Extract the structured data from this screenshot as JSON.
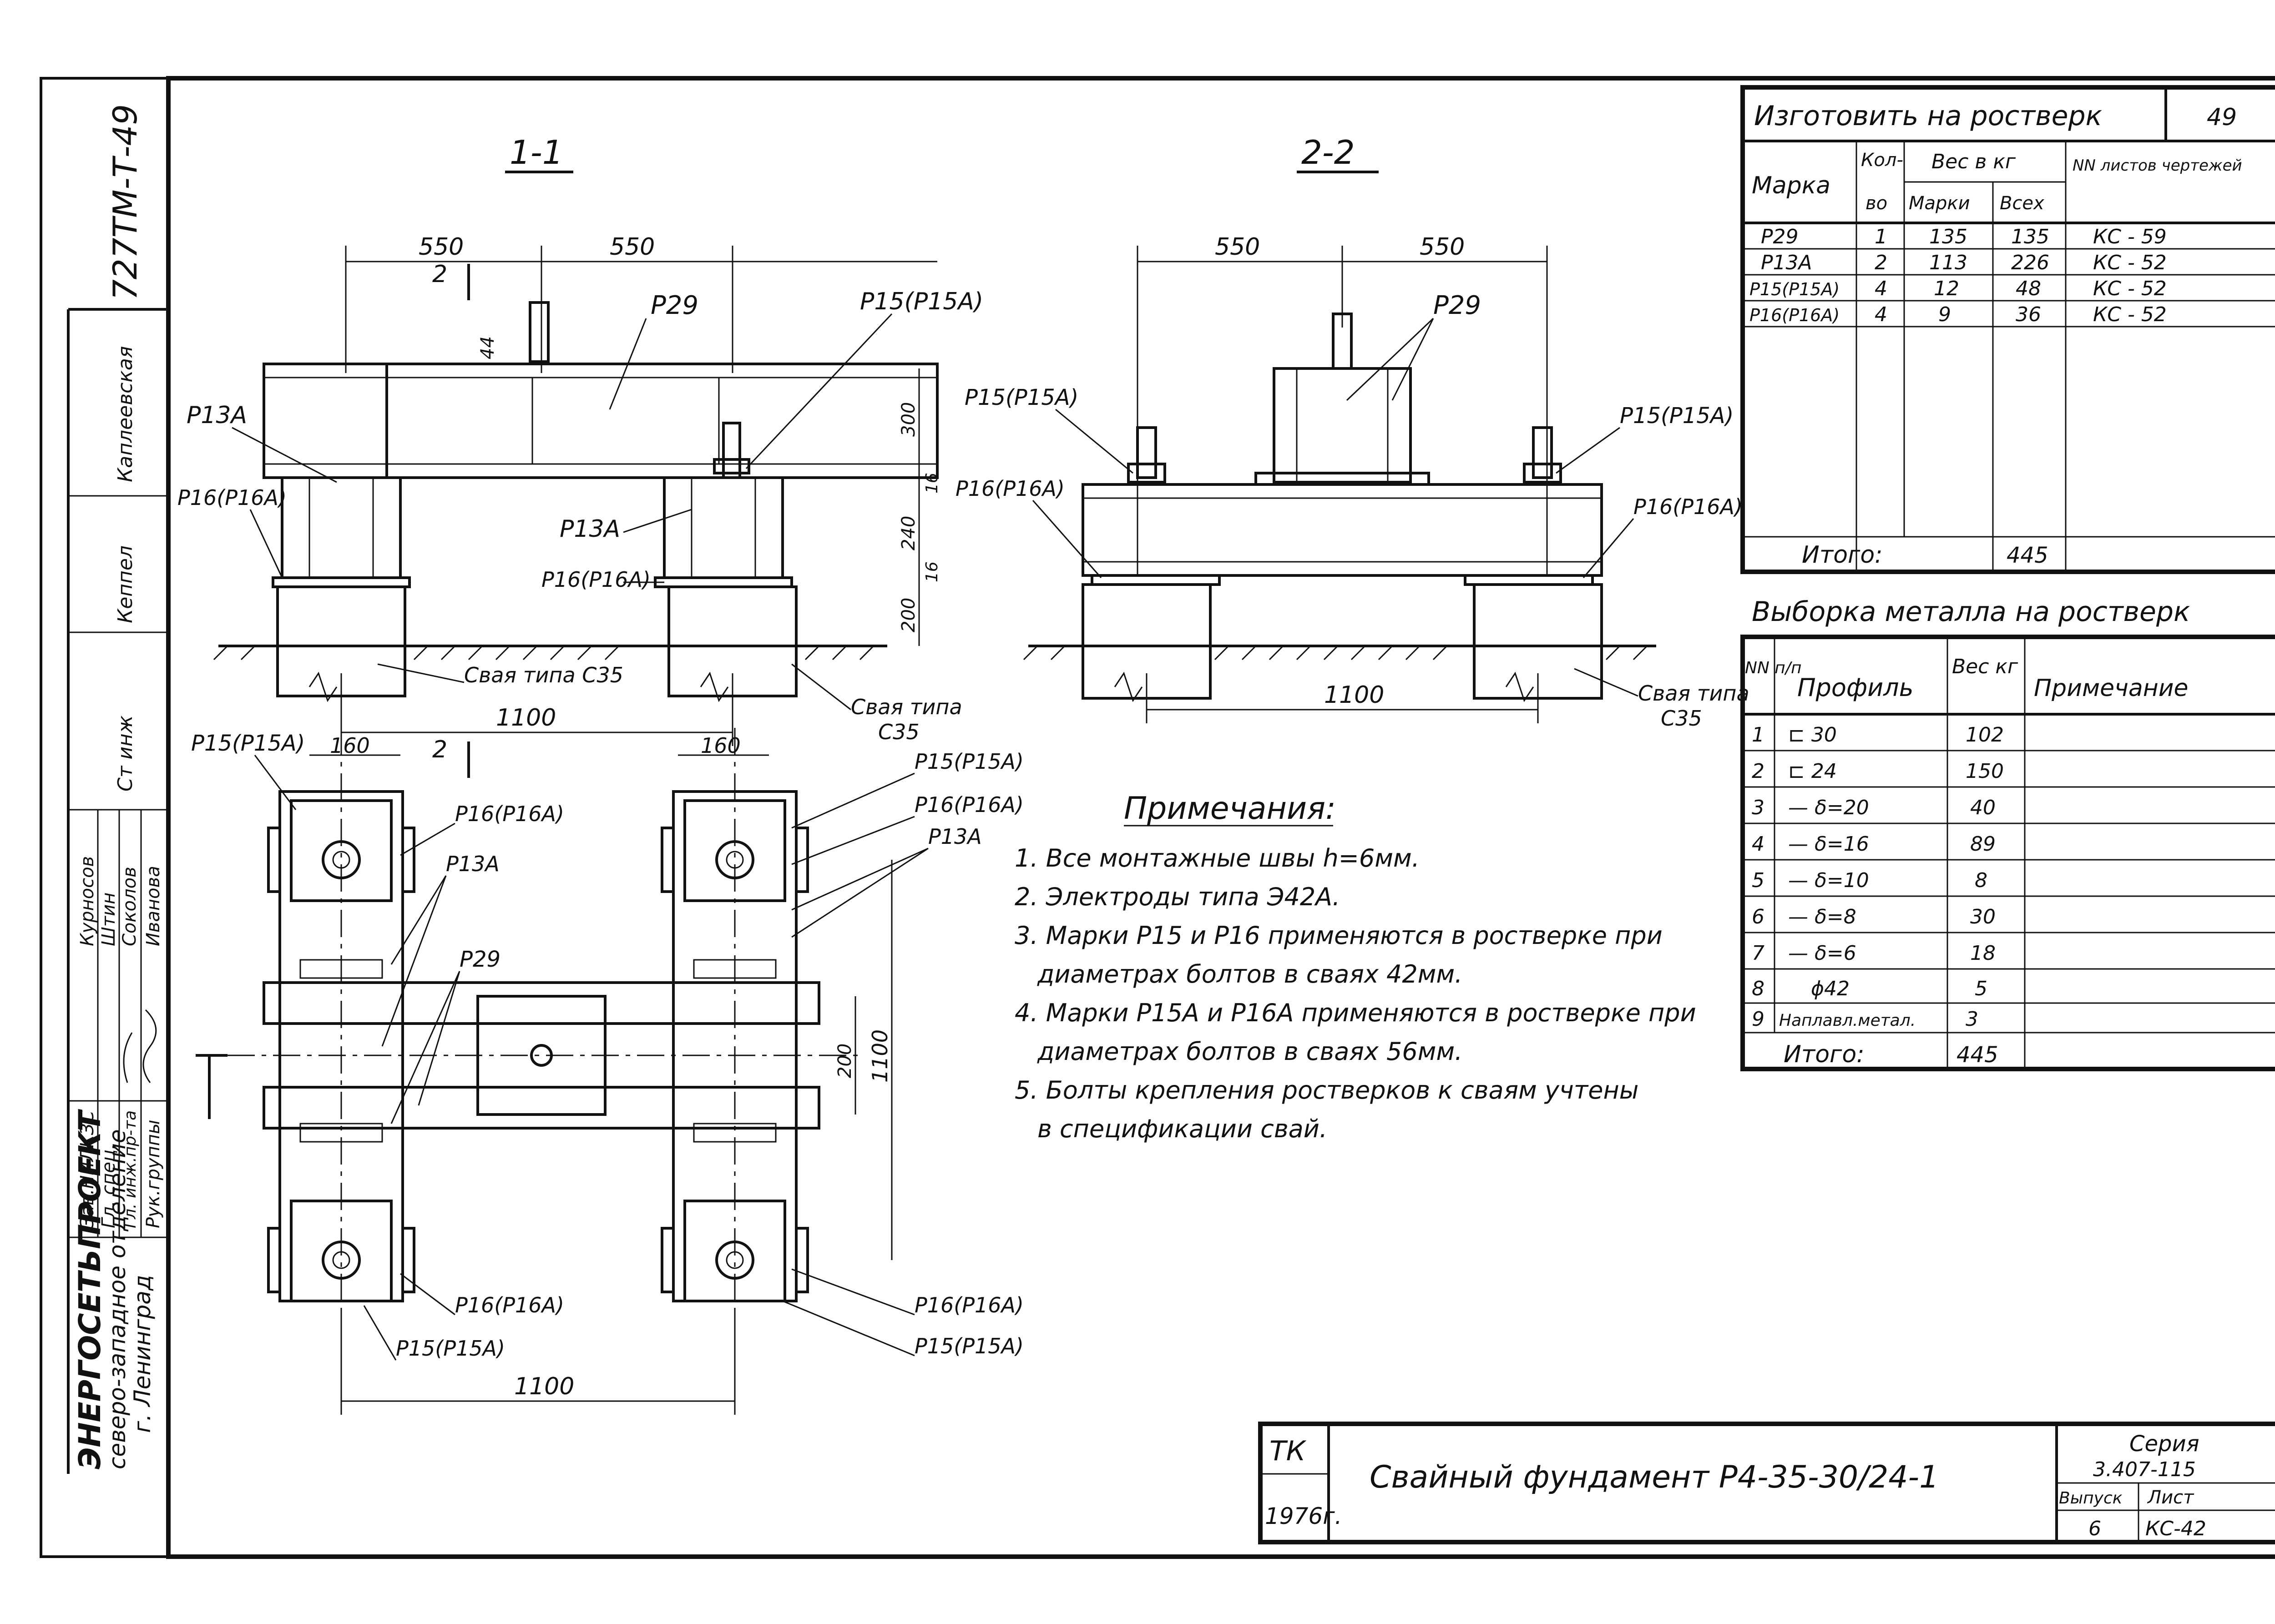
{
  "stamp": {
    "doc_code": "727ТМ-Т-49",
    "org": "ЭНЕРГОСЕТЬПРОЕКТ",
    "branch": "северо-западное отделение",
    "city": "г. Ленинград",
    "roles": [
      "Зав.НИЛКЗС",
      "Гл. спец.",
      "Гл. инж.пр-та",
      "Рук.группы",
      "Ст инж"
    ],
    "names": [
      "Курносов",
      "Штин",
      "Соколов",
      "Иванова",
      "Кеппел",
      "Каплеевская"
    ]
  },
  "sections": {
    "sec1": "1-1",
    "sec2": "2-2",
    "cut_mark": "2"
  },
  "dims": {
    "d550": "550",
    "d1100": "1100",
    "d160": "160",
    "d200": "200",
    "d300": "300",
    "d240": "240",
    "d16": "16",
    "d44": "44"
  },
  "labels": {
    "p29": "P29",
    "p13a": "P13A",
    "p15": "P15(P15A)",
    "p16": "P16(P16A)",
    "pile": "Свая типа С35",
    "pile_a": "Свая типа",
    "pile_b": "С35"
  },
  "notes": {
    "title": "Примечания:",
    "items": [
      "1. Все монтажные швы h=6мм.",
      "2. Электроды типа Э42А.",
      "3. Марки Р15 и Р16 применяются в ростверке при",
      "диаметрах болтов в сваях 42мм.",
      "4. Марки Р15А и Р16А применяются в ростверке при",
      "диаметрах болтов в сваях 56мм.",
      "5. Болты крепления ростверков к сваям учтены",
      "в спецификации свай."
    ]
  },
  "table1": {
    "title": "Изготовить на ростверк",
    "sheet_no": "49",
    "head_mark": "Марка",
    "head_qty_1": "Кол-",
    "head_qty_2": "во",
    "head_weight": "Вес в кг",
    "head_w_mark": "Марки",
    "head_w_all": "Всех",
    "head_sheets": "NN листов чертежей",
    "rows": [
      [
        "P29",
        "1",
        "135",
        "135",
        "КС - 59"
      ],
      [
        "P13A",
        "2",
        "113",
        "226",
        "КС - 52"
      ],
      [
        "P15(P15A)",
        "4",
        "12",
        "48",
        "КС - 52"
      ],
      [
        "P16(P16A)",
        "4",
        "9",
        "36",
        "КС - 52"
      ]
    ],
    "total_label": "Итого:",
    "total_value": "445"
  },
  "table2": {
    "title": "Выборка металла на ростверк",
    "head_no": "NN п/п",
    "head_profile": "Профиль",
    "head_weight": "Вес кг",
    "head_note": "Примечание",
    "rows": [
      [
        "1",
        "⊏ 30",
        "102"
      ],
      [
        "2",
        "⊏ 24",
        "150"
      ],
      [
        "3",
        "— δ=20",
        "40"
      ],
      [
        "4",
        "— δ=16",
        "89"
      ],
      [
        "5",
        "— δ=10",
        "8"
      ],
      [
        "6",
        "— δ=8",
        "30"
      ],
      [
        "7",
        "— δ=6",
        "18"
      ],
      [
        "8",
        "ϕ42",
        "5"
      ],
      [
        "9",
        "Наплавл.метал.",
        "3"
      ]
    ],
    "total_label": "Итого:",
    "total_value": "445"
  },
  "title_block": {
    "tk": "ТК",
    "year": "1976г.",
    "title": "Свайный фундамент Р4-35-30/24-1",
    "series_label": "Серия",
    "series": "3.407-115",
    "issue_label": "Выпуск",
    "issue": "6",
    "sheet_label": "Лист",
    "sheet": "КС-42"
  }
}
